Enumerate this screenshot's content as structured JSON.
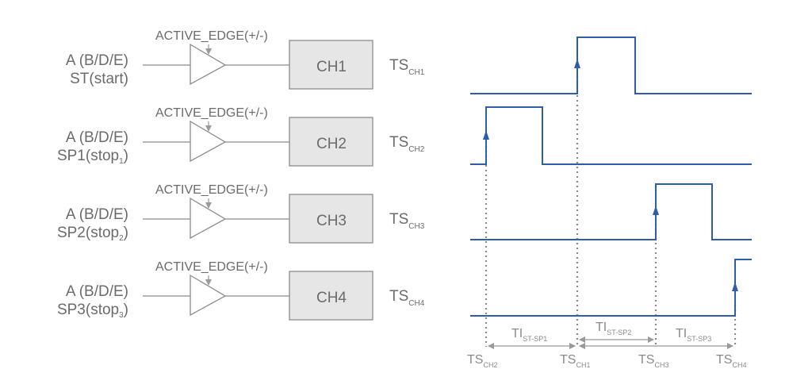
{
  "channels": [
    {
      "input_line1": "A (B/D/E)",
      "input_line2_main": "ST(start)",
      "input_line2_sub": "",
      "input_line2_tail": "",
      "edge_label": "ACTIVE_EDGE(+/-)",
      "box_label": "CH1",
      "ts_main": "TS",
      "ts_sub": "CH1"
    },
    {
      "input_line1": "A (B/D/E)",
      "input_line2_main": "SP1(stop",
      "input_line2_sub": "1",
      "input_line2_tail": ")",
      "edge_label": "ACTIVE_EDGE(+/-)",
      "box_label": "CH2",
      "ts_main": "TS",
      "ts_sub": "CH2"
    },
    {
      "input_line1": "A (B/D/E)",
      "input_line2_main": "SP2(stop",
      "input_line2_sub": "2",
      "input_line2_tail": ")",
      "edge_label": "ACTIVE_EDGE(+/-)",
      "box_label": "CH3",
      "ts_main": "TS",
      "ts_sub": "CH3"
    },
    {
      "input_line1": "A (B/D/E)",
      "input_line2_main": "SP3(stop",
      "input_line2_sub": "3",
      "input_line2_tail": ")",
      "edge_label": "ACTIVE_EDGE(+/-)",
      "box_label": "CH4",
      "ts_main": "TS",
      "ts_sub": "CH4"
    }
  ],
  "intervals": [
    {
      "main": "TI",
      "sub": "ST-SP1"
    },
    {
      "main": "TI",
      "sub": "ST-SP2"
    },
    {
      "main": "TI",
      "sub": "ST-SP3"
    }
  ],
  "bottom_ts": [
    {
      "main": "TS",
      "sub": "CH2"
    },
    {
      "main": "TS",
      "sub": "CH1"
    },
    {
      "main": "TS",
      "sub": "CH3"
    },
    {
      "main": "TS",
      "sub": "CH4"
    }
  ],
  "colors": {
    "signal": "#2d5ea7",
    "box_fill": "#e6e6e6",
    "stroke_gray": "#8c8c8c",
    "dotted": "#8a8a8a"
  }
}
